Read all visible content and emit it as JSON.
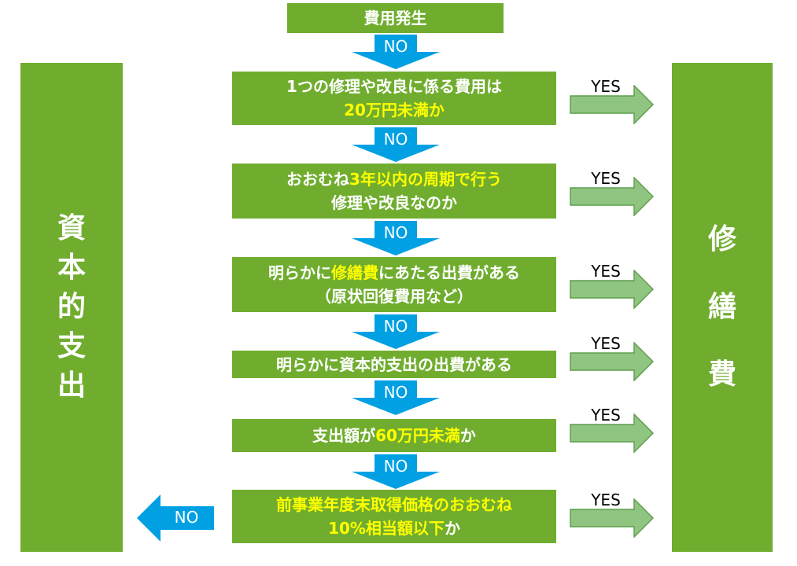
{
  "start": {
    "label": "費用発生"
  },
  "left_block": {
    "text": "資本的支出",
    "chars": [
      "資",
      "本",
      "的",
      "支",
      "出"
    ]
  },
  "right_block": {
    "text": "修繕費",
    "chars": [
      "修",
      "繕",
      "費"
    ]
  },
  "labels": {
    "no": "NO",
    "yes": "YES",
    "final_no": "NO"
  },
  "steps": [
    {
      "line1": [
        {
          "text": "1つの修理や改良に係る費用は",
          "hl": false
        }
      ],
      "line2": [
        {
          "text": "20万円未満か",
          "hl": true
        }
      ]
    },
    {
      "line1": [
        {
          "text": "おおむね",
          "hl": false
        },
        {
          "text": "3年以内の周期で行う",
          "hl": true
        }
      ],
      "line2": [
        {
          "text": "修理や改良なのか",
          "hl": false
        }
      ]
    },
    {
      "line1": [
        {
          "text": "明らかに",
          "hl": false
        },
        {
          "text": "修繕費",
          "hl": true
        },
        {
          "text": "にあたる出費がある",
          "hl": false
        }
      ],
      "line2": [
        {
          "text": "（原状回復費用など）",
          "hl": false
        }
      ]
    },
    {
      "line1": [
        {
          "text": "明らかに資本的支出の出費がある",
          "hl": false
        }
      ],
      "line2": []
    },
    {
      "line1": [
        {
          "text": "支出額が",
          "hl": false
        },
        {
          "text": "60万円未満",
          "hl": true
        },
        {
          "text": "か",
          "hl": false
        }
      ],
      "line2": []
    },
    {
      "line1": [
        {
          "text": "前事業年度末取得価格のおおむね",
          "hl": true
        }
      ],
      "line2": [
        {
          "text": "10%相当額以下",
          "hl": true
        },
        {
          "text": "か",
          "hl": false
        }
      ]
    }
  ],
  "colors": {
    "box": "#70ad2f",
    "highlight": "#ffff00",
    "no_arrow": "#00a0e3",
    "yes_arrow_fill": "#8fc581",
    "yes_arrow_stroke": "#5f9e4d",
    "label_text": "#000000"
  }
}
